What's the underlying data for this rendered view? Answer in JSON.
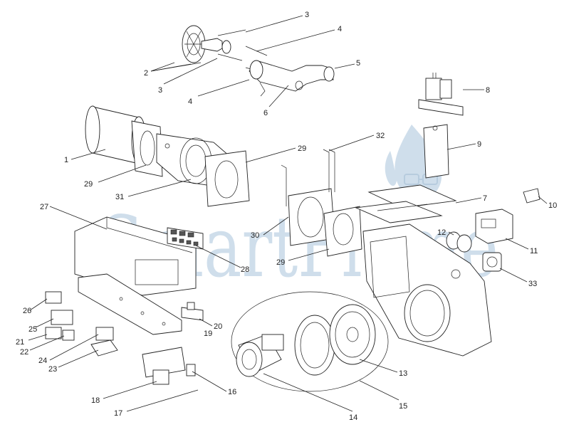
{
  "watermark": {
    "text": "SmartFlame",
    "color": "#a9c4dc"
  },
  "callouts": [
    "1",
    "2",
    "3",
    "3",
    "4",
    "4",
    "5",
    "6",
    "7",
    "8",
    "9",
    "10",
    "11",
    "12",
    "13",
    "14",
    "15",
    "16",
    "17",
    "18",
    "19",
    "20",
    "21",
    "22",
    "23",
    "24",
    "25",
    "26",
    "27",
    "28",
    "29",
    "29",
    "29",
    "30",
    "31",
    "32",
    "33"
  ]
}
